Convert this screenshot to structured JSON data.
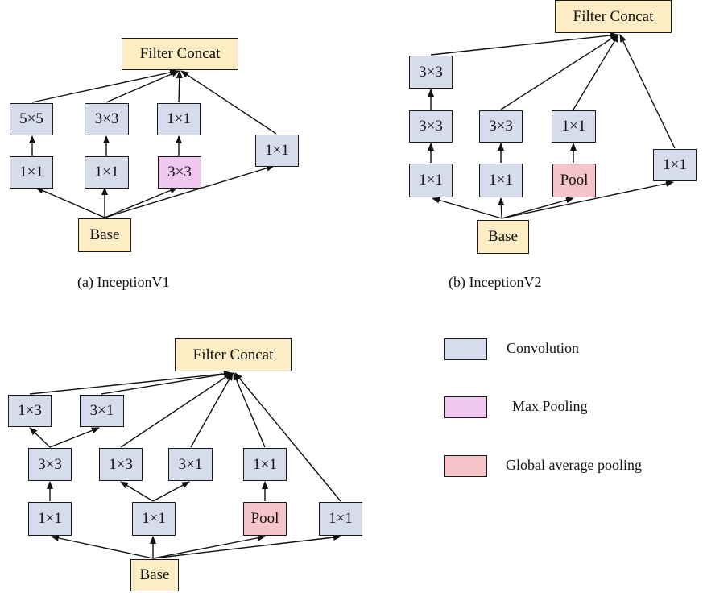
{
  "captions": {
    "v1": "(a) InceptionV1",
    "v2": "(b) InceptionV2"
  },
  "colors": {
    "convolution": "#d6dcec",
    "max_pooling": "#f0c8ef",
    "global_average_pooling": "#f4c4c8",
    "base_and_concat": "#fcedc5"
  },
  "legend": {
    "convolution": "Convolution",
    "max_pooling": "Max Pooling",
    "global_average_pooling": "Global average pooling"
  },
  "v1": {
    "concat": "Filter Concat",
    "base": "Base",
    "b1_top": "5×5",
    "b1_bottom": "1×1",
    "b2_top": "3×3",
    "b2_bottom": "1×1",
    "b3_top": "1×1",
    "b3_bottom": "3×3",
    "b4": "1×1"
  },
  "v2": {
    "concat": "Filter Concat",
    "base": "Base",
    "b1_top": "3×3",
    "b1_mid": "3×3",
    "b1_bottom": "1×1",
    "b2_mid": "3×3",
    "b2_bottom": "1×1",
    "b3_mid": "1×1",
    "b3_bottom": "Pool",
    "b4": "1×1"
  },
  "v3": {
    "concat": "Filter Concat",
    "base": "Base",
    "b1_top_left": "1×3",
    "b1_top_right": "3×1",
    "b1_mid": "3×3",
    "b1_bottom": "1×1",
    "b2_mid_left": "1×3",
    "b2_mid_right": "3×1",
    "b2_bottom": "1×1",
    "b3_mid": "1×1",
    "b3_bottom": "Pool",
    "b4": "1×1"
  }
}
